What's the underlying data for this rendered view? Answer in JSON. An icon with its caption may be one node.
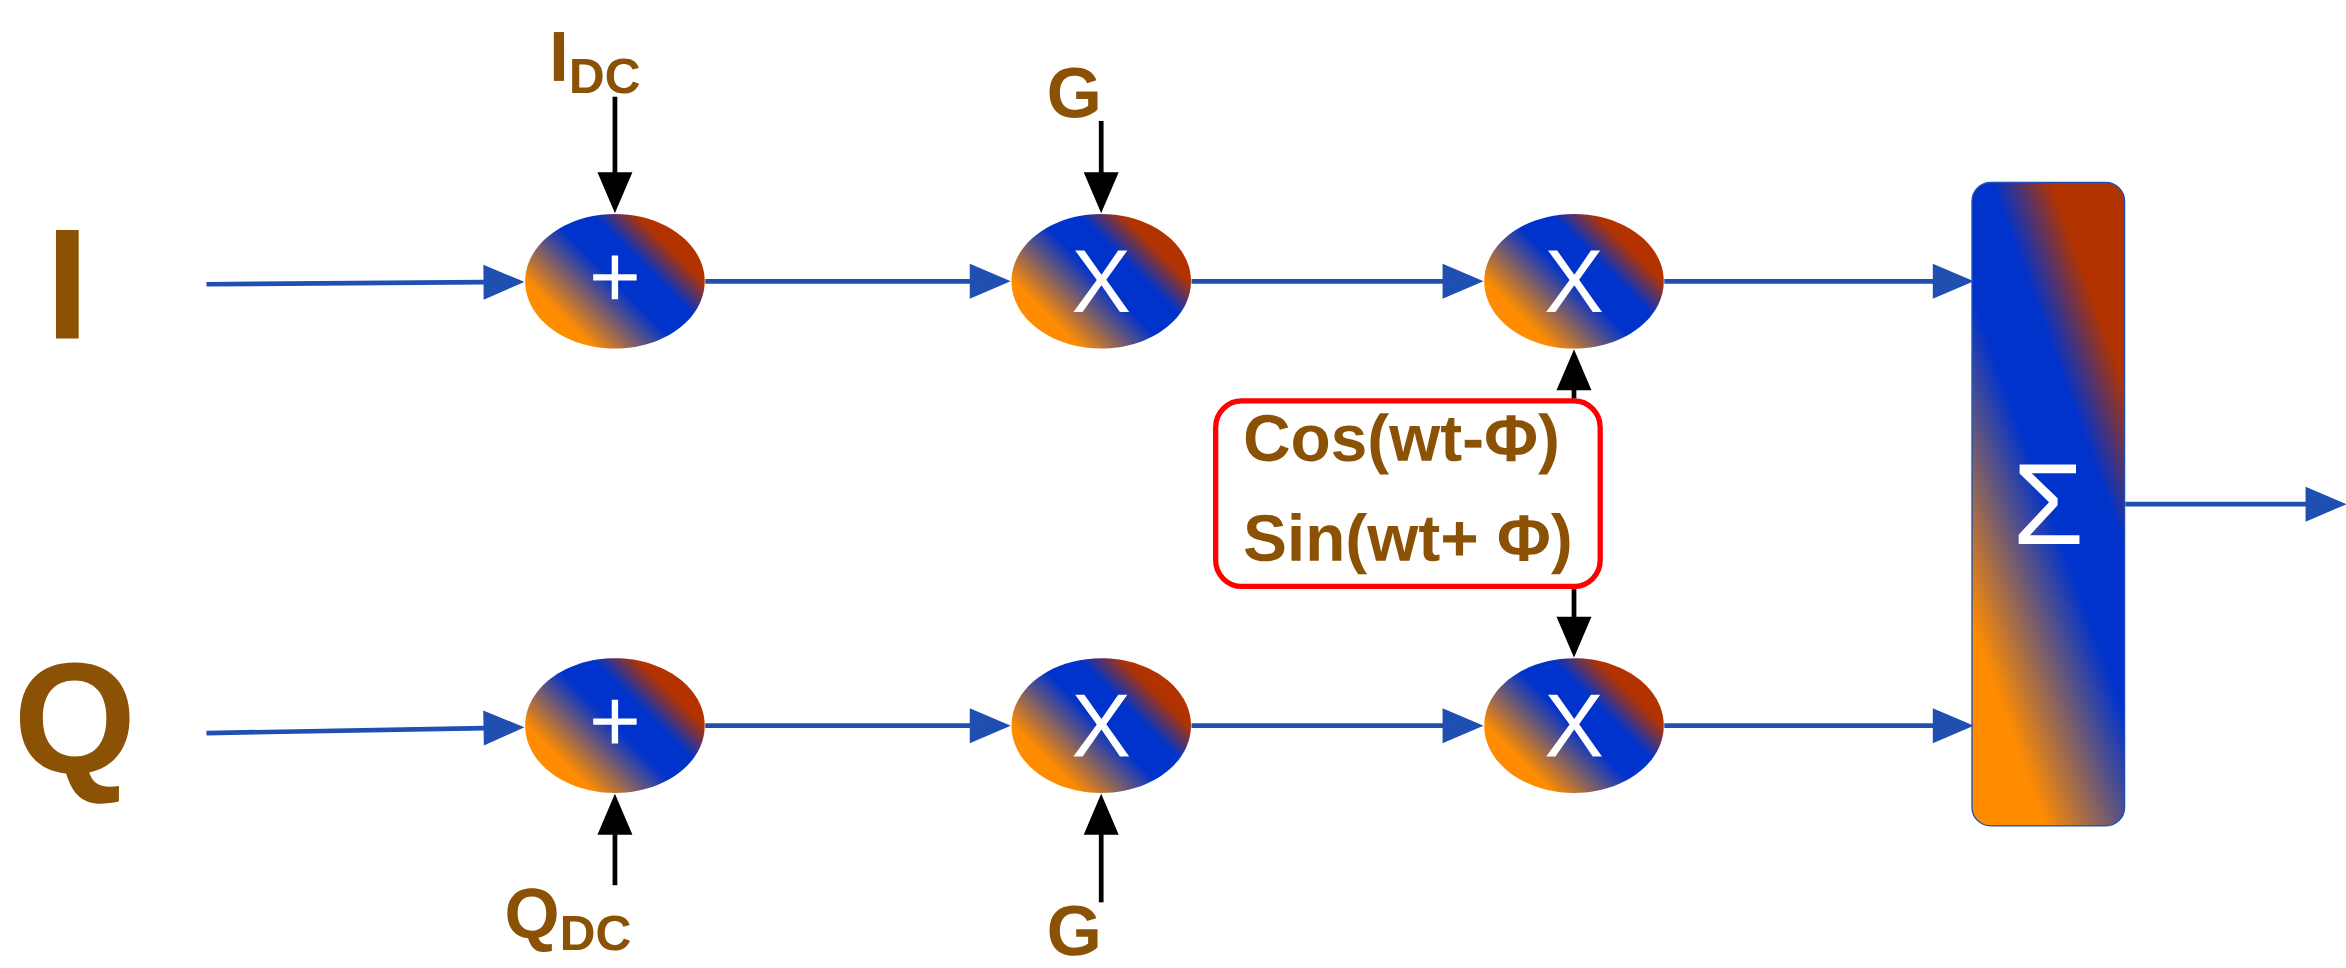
{
  "diagram": {
    "nodes": [
      {
        "text": [
          "I"
        ]
      },
      {
        "text": [
          "Q"
        ]
      },
      {
        "text": [
          "I$_{DC}$"
        ]
      },
      {
        "text": [
          "G"
        ]
      },
      {
        "text": [
          "Q$_{DC}$"
        ]
      },
      {
        "text": [
          "G"
        ]
      },
      {
        "text": [
          "+"
        ]
      },
      {
        "text": [
          "X"
        ]
      },
      {
        "text": [
          "X"
        ]
      },
      {
        "text": [
          "+"
        ]
      },
      {
        "text": [
          "X"
        ]
      },
      {
        "text": [
          "X"
        ]
      },
      {
        "text": [
          "Σ"
        ]
      },
      {
        "text": [
          "Cos(wt-Φ)",
          "Sin(wt+ Φ)"
        ]
      }
    ],
    "edges": [
      {
        "from": 0,
        "to": 6,
        "arrow": "to"
      },
      {
        "from": 6,
        "to": 7,
        "arrow": "to"
      },
      {
        "from": 7,
        "to": 8,
        "arrow": "to"
      },
      {
        "from": 8,
        "to": 12,
        "arrow": "to"
      },
      {
        "from": 1,
        "to": 9,
        "arrow": "to"
      },
      {
        "from": 9,
        "to": 10,
        "arrow": "to"
      },
      {
        "from": 10,
        "to": 11,
        "arrow": "to"
      },
      {
        "from": 11,
        "to": 12,
        "arrow": "to"
      },
      {
        "from": 2,
        "to": 6,
        "arrow": "to",
        "color": "#000000"
      },
      {
        "from": 3,
        "to": 7,
        "arrow": "to",
        "color": "#000000"
      },
      {
        "from": 4,
        "to": 9,
        "arrow": "to",
        "color": "#000000"
      },
      {
        "from": 5,
        "to": 10,
        "arrow": "to",
        "color": "#000000"
      },
      {
        "from": 13,
        "to": 8,
        "arrow": "to",
        "color": "#000000"
      },
      {
        "from": 13,
        "to": 11,
        "arrow": "to",
        "color": "#000000"
      },
      {
        "from": 12,
        "to": null,
        "arrow": "to"
      }
    ]
  }
}
